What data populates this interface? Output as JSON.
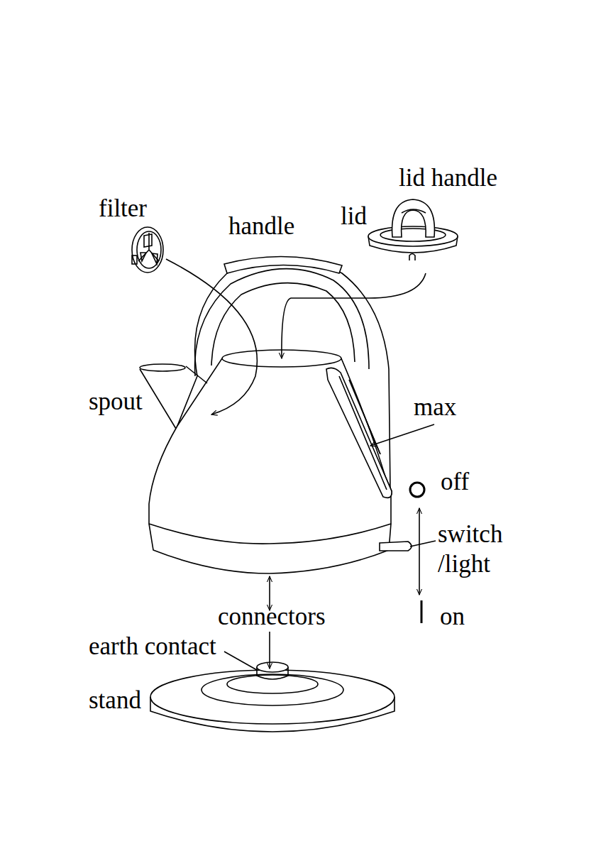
{
  "diagram": {
    "labels": [
      "lid handle",
      "filter",
      "handle",
      "lid",
      "spout",
      "max",
      "off",
      "switch /light",
      "on",
      "connectors",
      "earth contact",
      "stand"
    ]
  }
}
